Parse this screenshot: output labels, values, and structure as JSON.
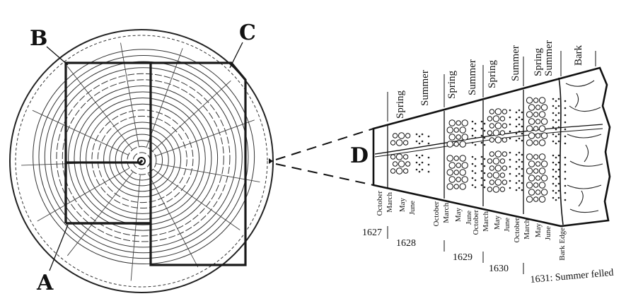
{
  "labels": {
    "A": "A",
    "B": "B",
    "C": "C",
    "D": "D"
  },
  "seasons": [
    "Spring",
    "Summer",
    "Spring",
    "Summer",
    "Spring",
    "Summer",
    "Spring",
    "Summer",
    "Bark"
  ],
  "months": [
    [
      "October",
      "March",
      "May",
      "June"
    ],
    [
      "October",
      "March",
      "May",
      "June"
    ],
    [
      "October",
      "March",
      "May",
      "June"
    ],
    [
      "October",
      "March",
      "May",
      "June"
    ]
  ],
  "years": [
    "1627",
    "1628",
    "1629",
    "1630",
    "1631: Summer felled"
  ],
  "bark_edge": "Bark Edge"
}
